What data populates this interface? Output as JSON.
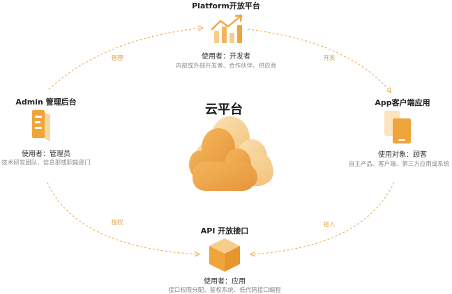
{
  "center": {
    "title": "云平台"
  },
  "nodes": {
    "platform": {
      "title": "Platform开放平台",
      "user": "使用者：开发者",
      "desc": "内部或外部开发者、合作伙伴、供应商",
      "icon": "bar-chart-trend-icon"
    },
    "app": {
      "title": "App客户端应用",
      "user": "使用对象：顾客",
      "desc": "自主产品、客户端、第三方应用或系统",
      "icon": "devices-icon"
    },
    "api": {
      "title": "API 开放接口",
      "user": "使用者：应用",
      "desc": "接口权限分配、鉴权系统、低代码接口编程",
      "icon": "box-icon"
    },
    "admin": {
      "title": "Admin 管理后台",
      "user": "使用者：管理员",
      "desc": "技术研发团队、信息部或职能部门",
      "icon": "document-panel-icon"
    }
  },
  "edges": {
    "admin_to_platform": "管理",
    "platform_to_app": "开发",
    "app_to_api": "接入",
    "admin_to_api": "授权"
  },
  "colors": {
    "accent": "#f0a53c",
    "accent_light": "#f7cd8a",
    "arrow": "#f0b15e"
  }
}
